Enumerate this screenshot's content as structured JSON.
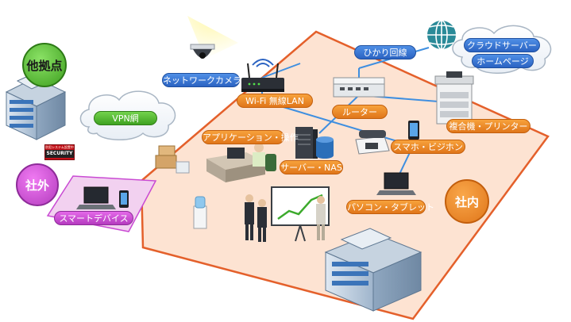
{
  "labels": {
    "other_site": "他拠点",
    "outside": "社外",
    "inside": "社内",
    "vpn": "VPN網",
    "network_camera": "ネットワークカメラ",
    "wifi": "Wi-Fi 無線LAN",
    "fiber": "ひかり回線",
    "cloud_server": "クラウドサーバー",
    "homepage": "ホームページ",
    "router": "ルーター",
    "mfp": "複合機・プリンター",
    "app_ops": "アプリケーション・操作",
    "server_nas": "サーバー・NAS",
    "smartphone_bizphone": "スマホ・ビジホン",
    "pc_tablet": "パソコン・タブレット",
    "smart_device": "スマートデバイス",
    "security_sign_top": "防犯システム設置中",
    "security_sign_main": "SECURITY"
  },
  "colors": {
    "floor": "#fde3d2",
    "floor_border": "#e4602b",
    "connection_line": "#3f8fe0",
    "label_orange": "#e98a2a",
    "label_blue": "#3d7fdc",
    "label_green": "#52b832",
    "label_pink": "#c94ad3",
    "security_red": "#c3111a"
  }
}
